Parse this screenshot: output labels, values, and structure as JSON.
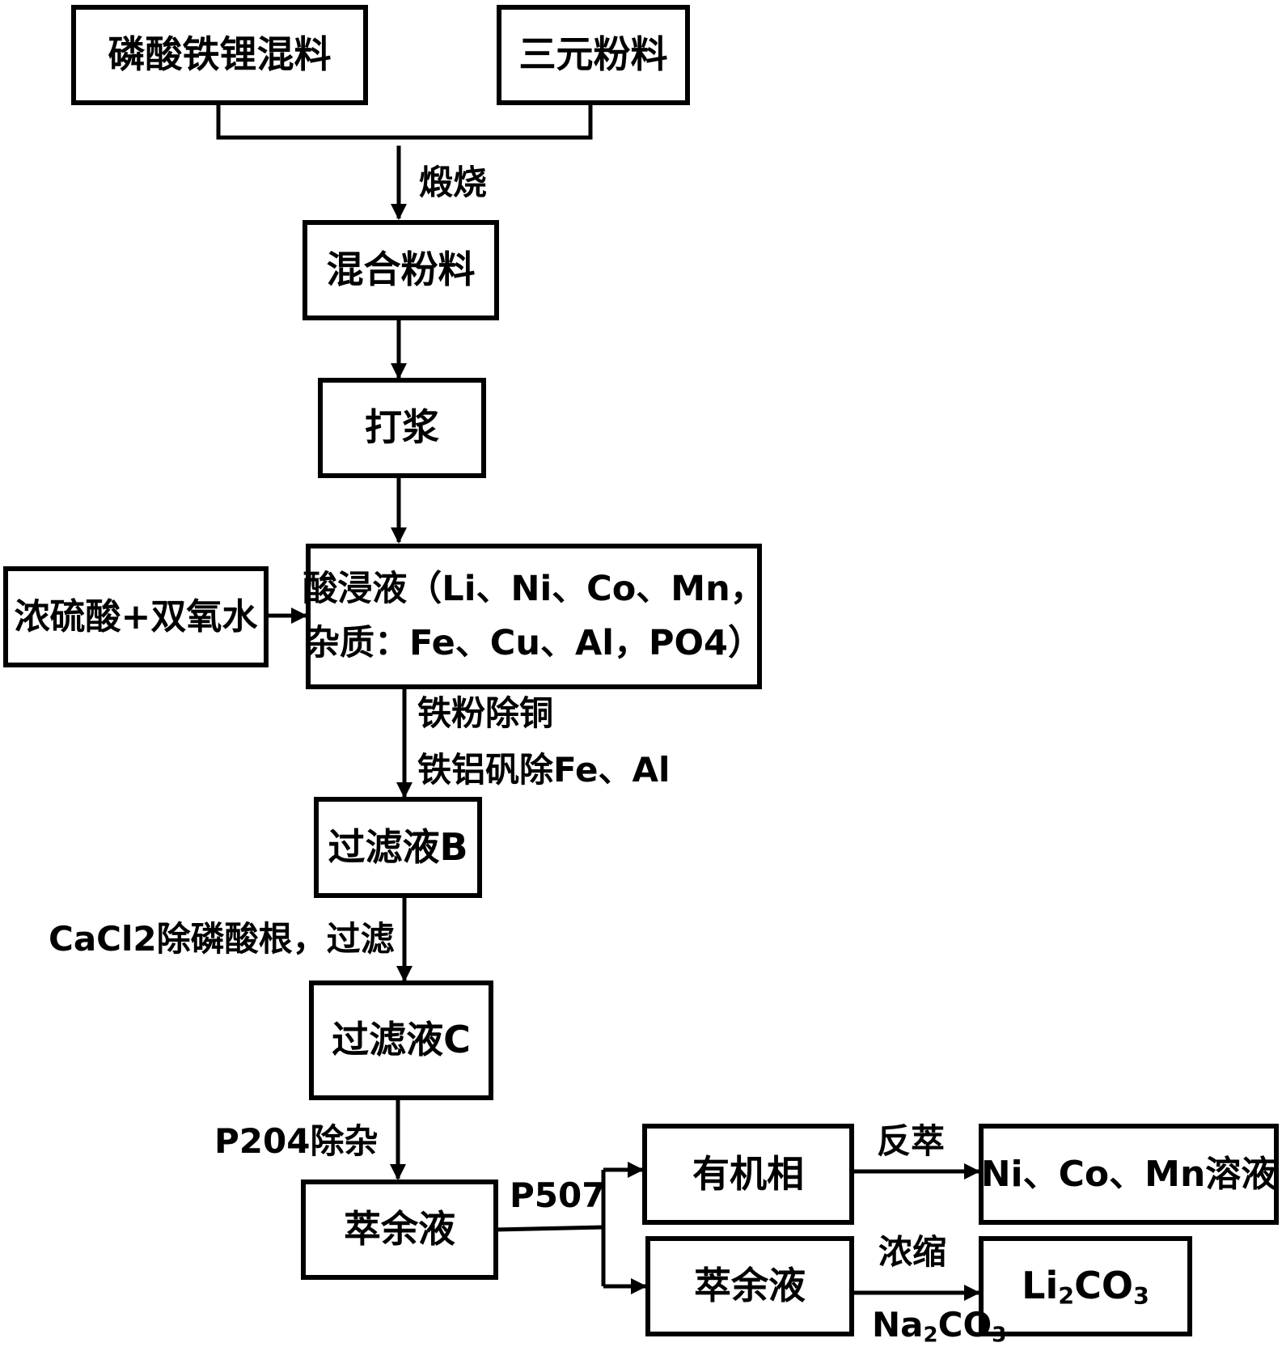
{
  "nodes": {
    "lfp_mix": "磷酸铁锂混料",
    "ternary_powder": "三元粉料",
    "mixed_powder": "混合粉料",
    "slurry": "打浆",
    "leach_line1": "酸浸液（Li、Ni、Co、Mn，",
    "leach_line2": "杂质：Fe、Cu、Al，PO4）",
    "acid_input": "浓硫酸+双氧水",
    "filtrate_b": "过滤液B",
    "filtrate_c": "过滤液C",
    "raffinate_1": "萃余液",
    "organic_phase": "有机相",
    "raffinate_2": "萃余液",
    "ni_co_mn_solution": "Ni、Co、Mn溶液",
    "li2co3": {
      "prefix": "Li",
      "sub1": "2",
      "mid": "CO",
      "sub2": "3"
    }
  },
  "edges": {
    "calcination": "煅烧",
    "iron_powder_cu": "铁粉除铜",
    "jarosite_fe_al": "铁铝矾除Fe、Al",
    "cacl2": "CaCl2除磷酸根，过滤",
    "p204": "P204除杂",
    "p507": "P507",
    "strip": "反萃",
    "concentrate": "浓缩",
    "na2co3": {
      "prefix": "Na",
      "sub1": "2",
      "mid": "CO",
      "sub2": "3"
    }
  }
}
